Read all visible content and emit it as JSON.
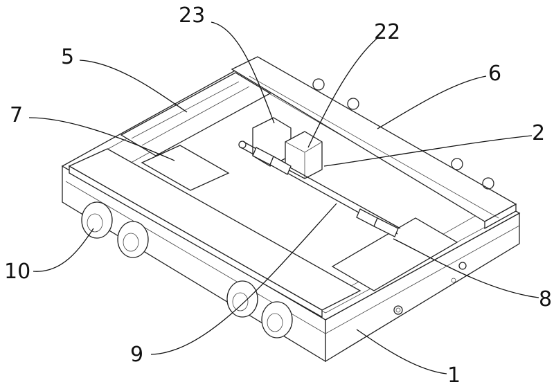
{
  "labels": {
    "l23": "23",
    "l22": "22",
    "l5": "5",
    "l6": "6",
    "l7": "7",
    "l2": "2",
    "l10": "10",
    "l8": "8",
    "l9": "9",
    "l1": "1"
  }
}
